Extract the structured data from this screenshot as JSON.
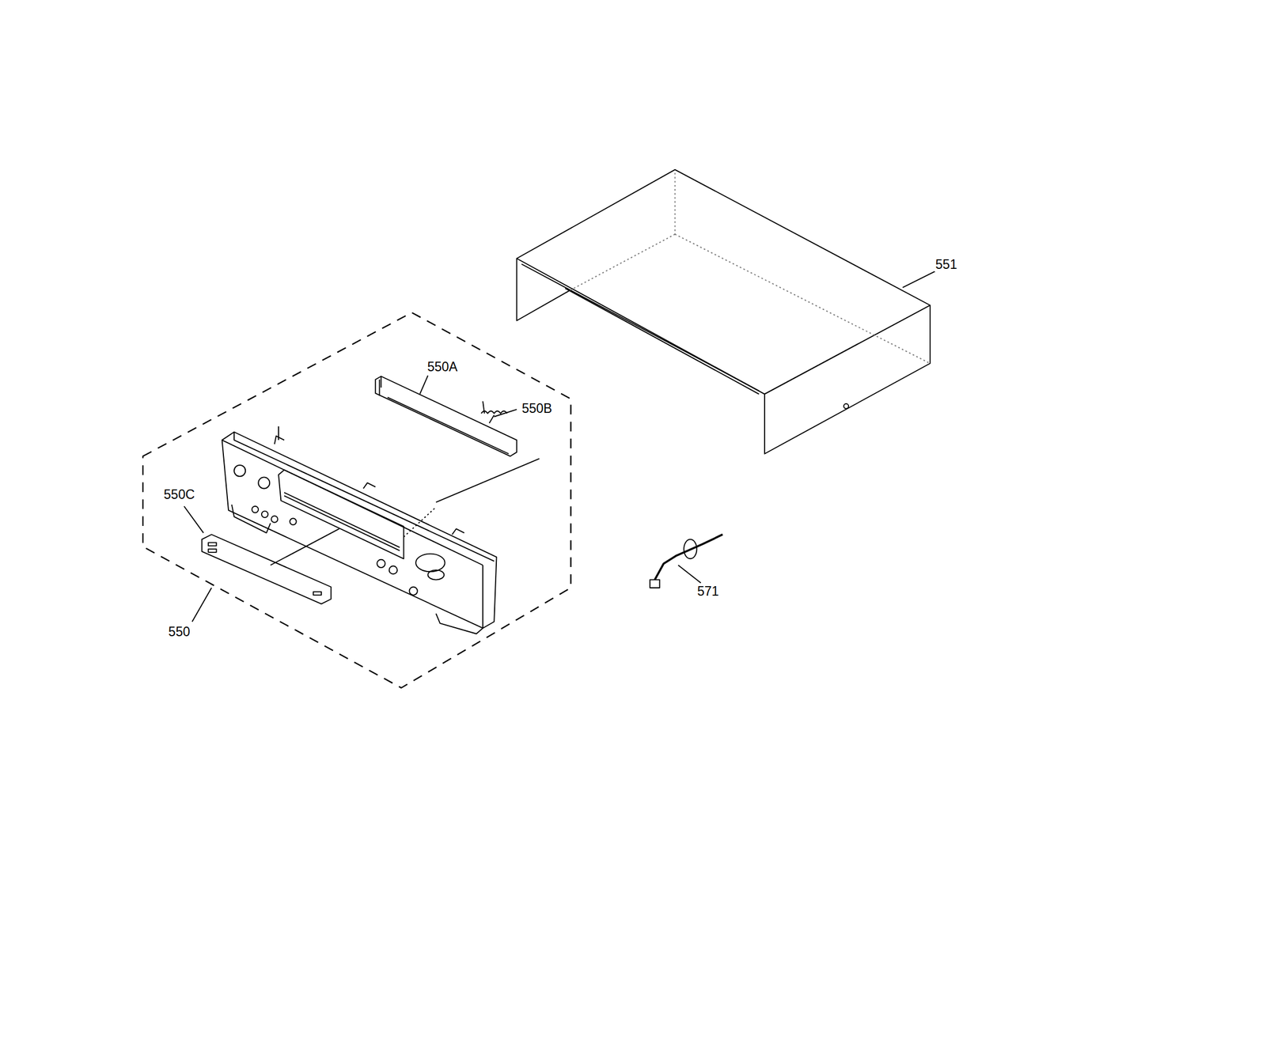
{
  "diagram": {
    "labels": [
      "551",
      "550A",
      "550B",
      "550C",
      "550",
      "571"
    ]
  }
}
